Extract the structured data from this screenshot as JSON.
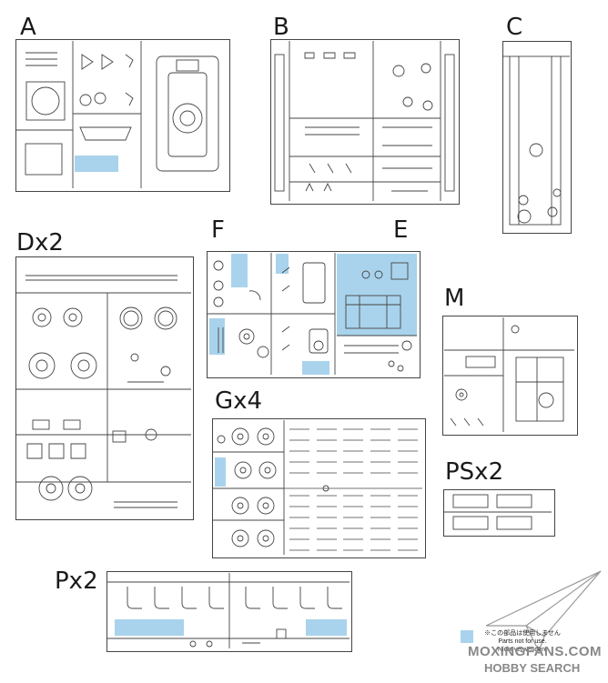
{
  "sprue_labels": {
    "a": "A",
    "b": "B",
    "c": "C",
    "d": "Dx2",
    "f": "F",
    "e": "E",
    "m": "M",
    "g": "Gx4",
    "ps": "PSx2",
    "p": "Px2"
  },
  "note": {
    "line1": "※この部品は使用しません",
    "line2": "Parts not for use.",
    "line3": "Nicht verwenden."
  },
  "watermark": {
    "site": "MOXINGFANS.COM",
    "brand": "HOBBY SEARCH"
  },
  "colors": {
    "highlight": "#a9d3ec",
    "line": "#444444"
  }
}
